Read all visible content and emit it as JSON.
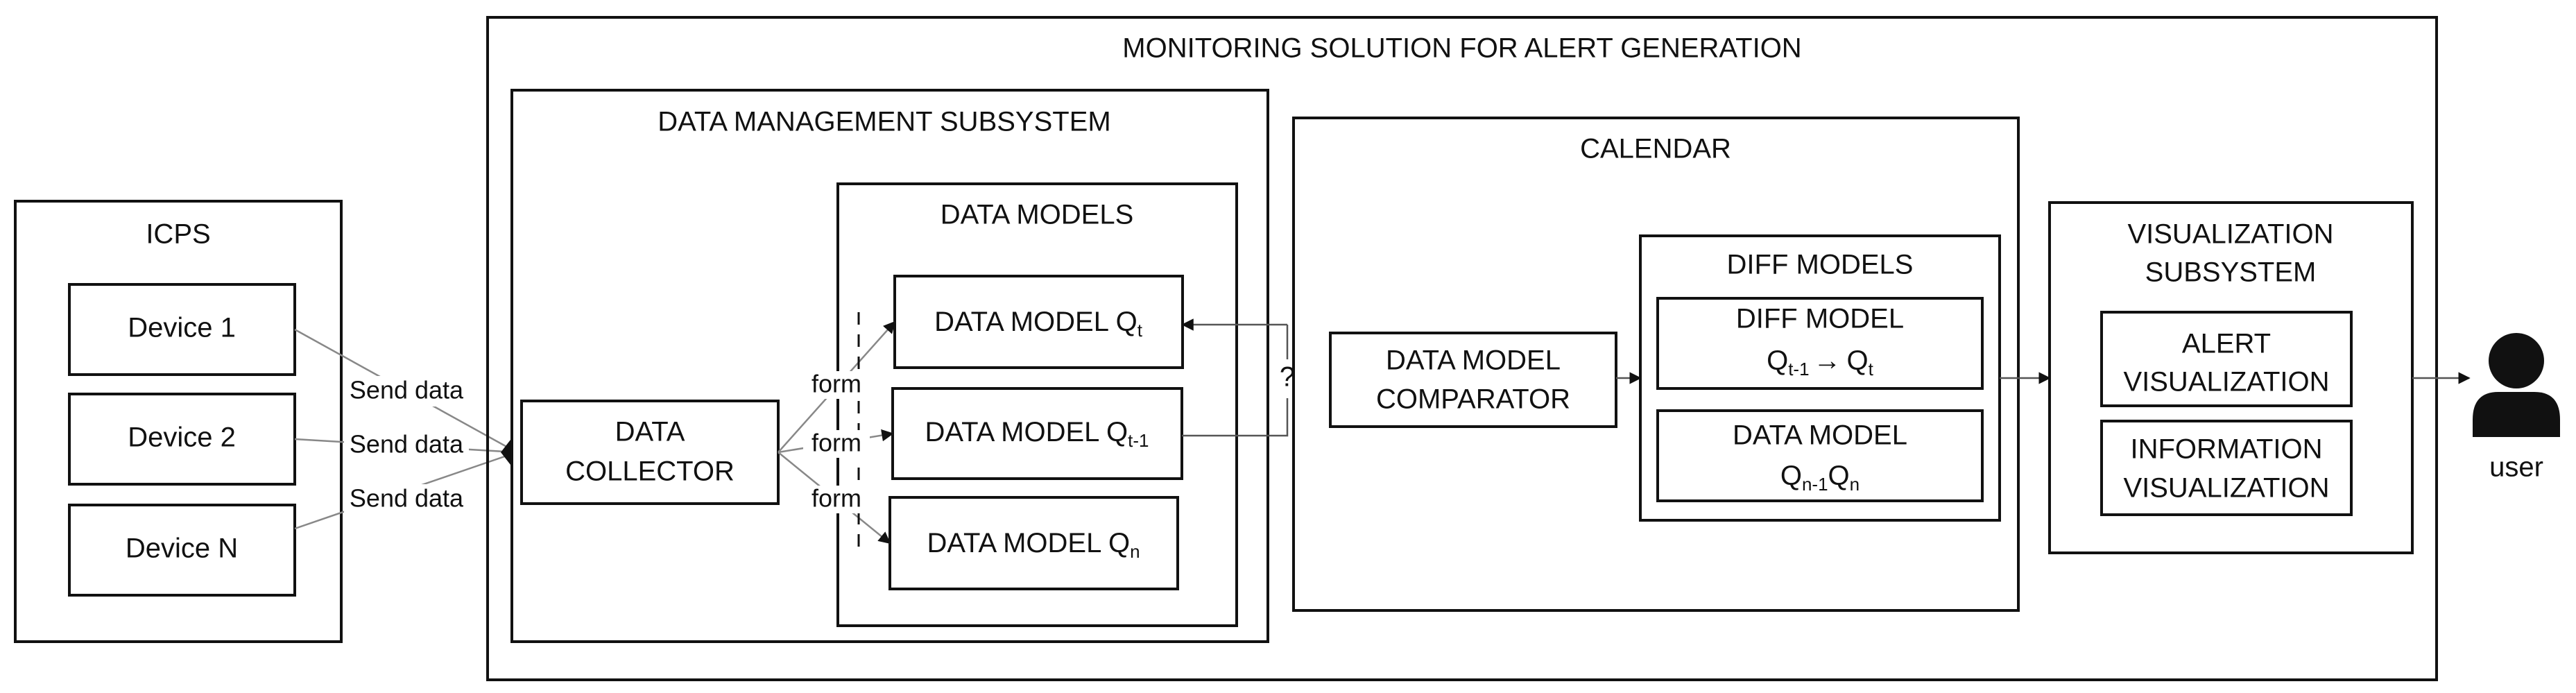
{
  "monitoring_solution": {
    "title": "MONITORING SOLUTION FOR ALERT GENERATION"
  },
  "icps": {
    "title": "ICPS",
    "devices": [
      "Device 1",
      "Device 2",
      "Device N"
    ],
    "send_label": "Send data"
  },
  "data_management": {
    "title": "DATA MANAGEMENT SUBSYSTEM",
    "collector": [
      "DATA",
      "COLLECTOR"
    ],
    "form_label": "form",
    "data_models": {
      "title": "DATA MODELS",
      "items": [
        {
          "label": "DATA MODEL Q",
          "sub": "t"
        },
        {
          "label": "DATA MODEL Q",
          "sub": "t-1"
        },
        {
          "label": "DATA MODEL Q",
          "sub": "n"
        }
      ]
    }
  },
  "question_mark": "?",
  "calendar": {
    "title": "CALENDAR",
    "comparator": [
      "DATA MODEL",
      "COMPARATOR"
    ],
    "diff_models": {
      "title": "DIFF MODELS",
      "diff_model": {
        "title": "DIFF MODEL",
        "q1": "Q",
        "q1_sub": "t-1",
        "arrow": "→",
        "q2": "Q",
        "q2_sub": "t"
      },
      "data_model": {
        "title": "DATA MODEL",
        "q1": "Q",
        "q1_sub": "n-1",
        "q2": "Q",
        "q2_sub": "n"
      }
    }
  },
  "visualization": {
    "title": [
      "VISUALIZATION",
      "SUBSYSTEM"
    ],
    "alert": [
      "ALERT",
      "VISUALIZATION"
    ],
    "information": [
      "INFORMATION",
      "VISUALIZATION"
    ]
  },
  "user": {
    "label": "user",
    "icon": "user-icon"
  }
}
